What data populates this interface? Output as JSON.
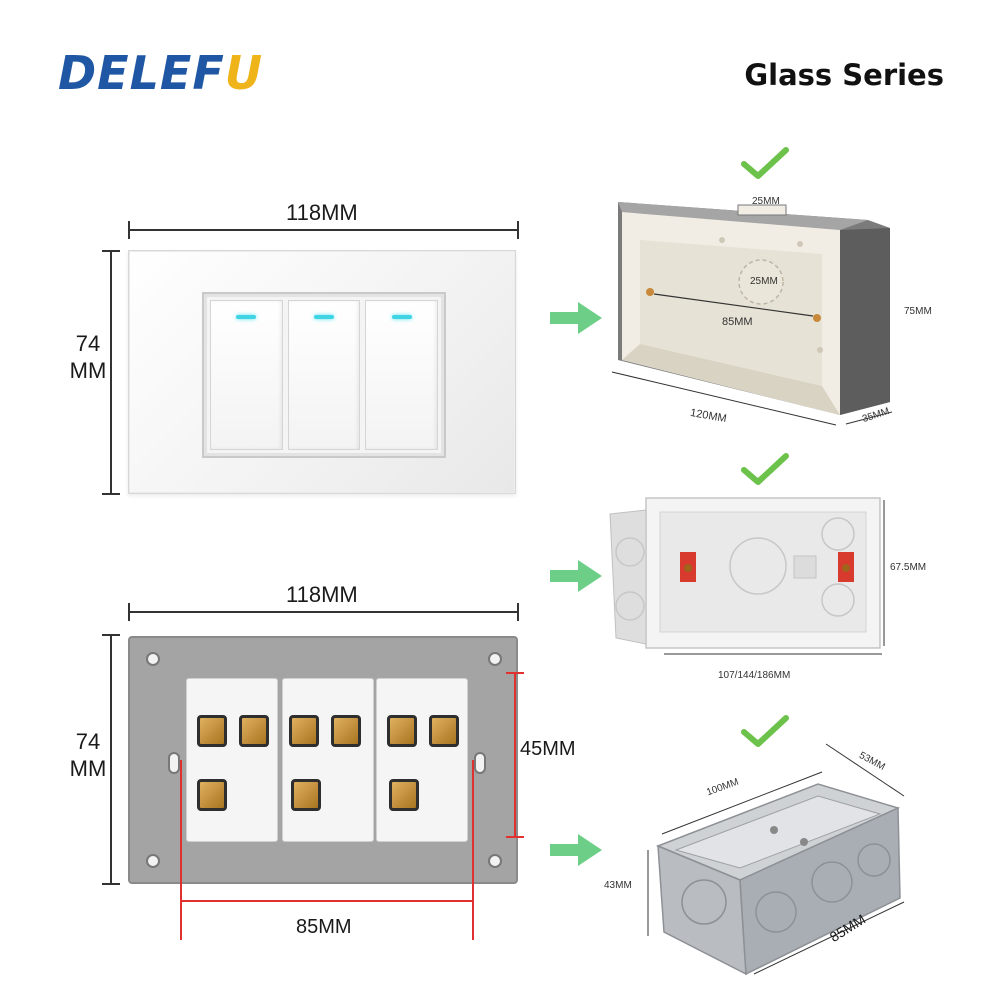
{
  "brand": {
    "part1": "DELEF",
    "part2": "U",
    "color_primary": "#1f57a4",
    "color_accent": "#f0b41b"
  },
  "series_title": "Glass Series",
  "front_panel": {
    "width_label": "118MM",
    "height_label_line1": "74",
    "height_label_line2": "MM"
  },
  "back_panel": {
    "width_label": "118MM",
    "height_label_line1": "74",
    "height_label_line2": "MM",
    "module_height_label": "45MM",
    "screw_span_label": "85MM"
  },
  "box1": {
    "top_label": "25MM",
    "center_label": "25MM",
    "screw_label": "85MM",
    "width_label": "120MM",
    "height_label": "75MM",
    "depth_label": "35MM"
  },
  "box2": {
    "height_label": "67.5MM",
    "width_label": "107/144/186MM"
  },
  "box3": {
    "length_label": "100MM",
    "width_label": "53MM",
    "height_label": "43MM",
    "screw_label": "85MM"
  },
  "icons": {
    "arrow": "green-arrow-right-icon",
    "check": "green-check-icon"
  },
  "colors": {
    "arrow_green": "#5cc97a",
    "check_green": "#6cc24a",
    "dimension_red": "#e03030"
  }
}
